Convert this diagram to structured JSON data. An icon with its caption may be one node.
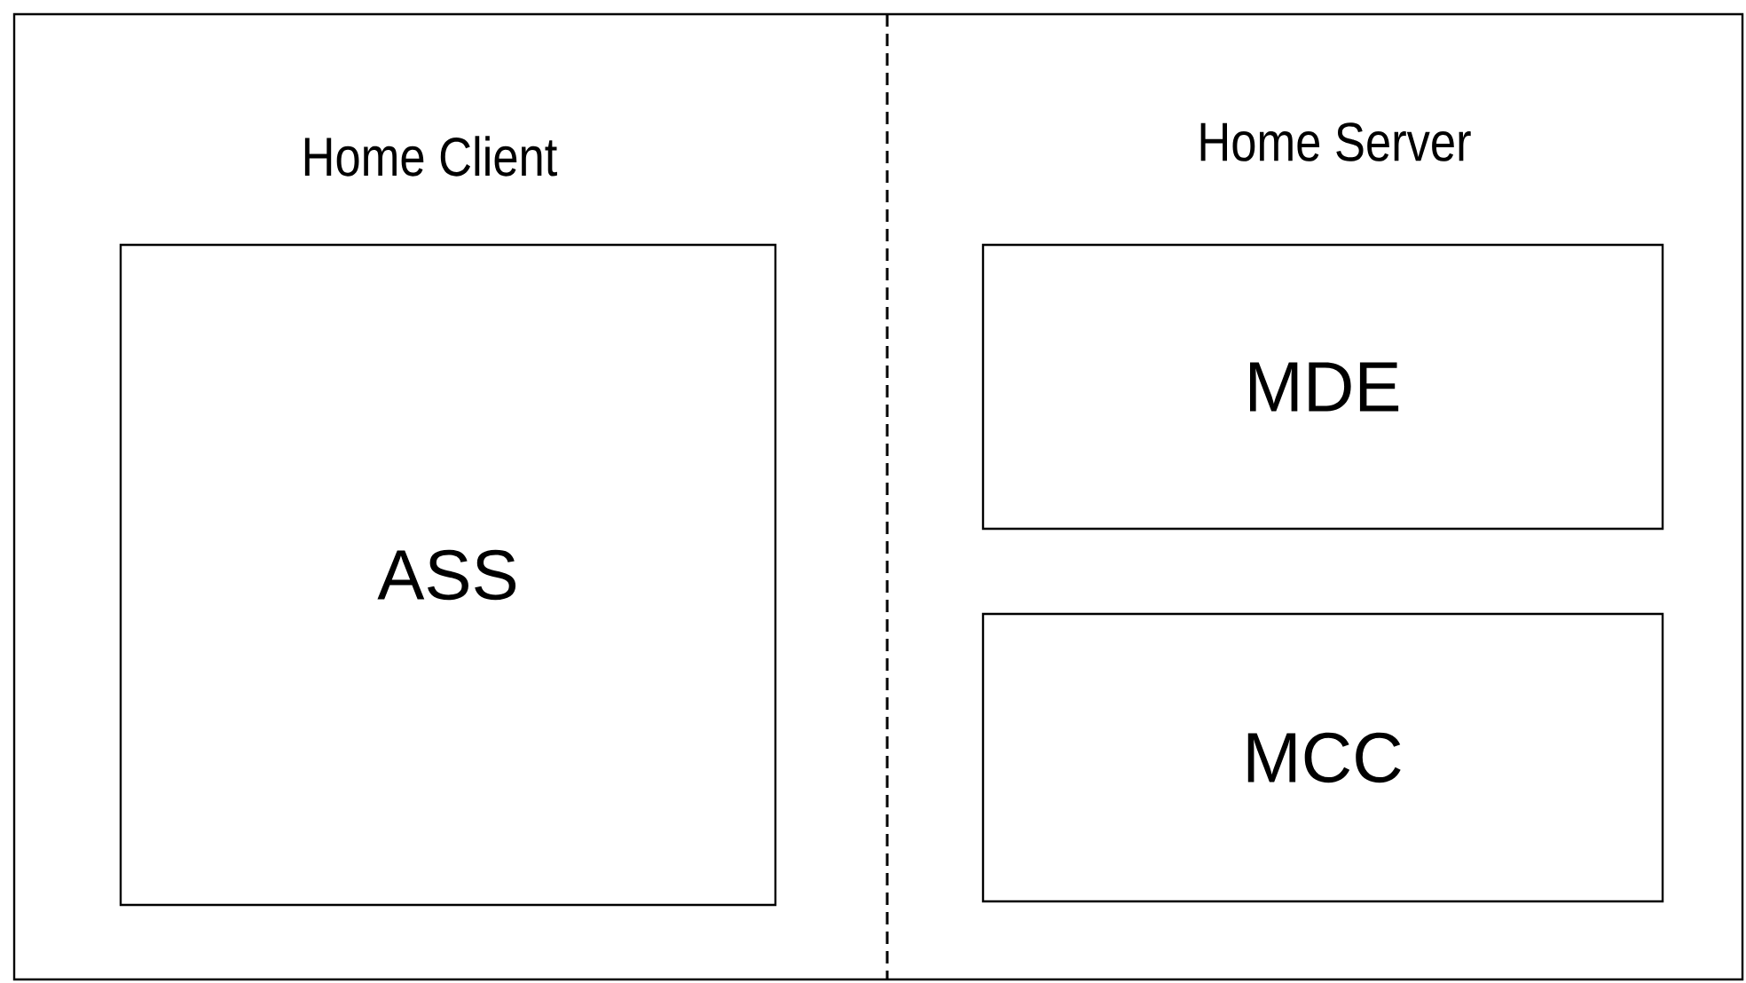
{
  "diagram": {
    "nodes": [
      {
        "text": [
          "Home Client"
        ]
      },
      {
        "text": [
          "ASS"
        ]
      },
      {
        "text": [
          "Home Server"
        ]
      },
      {
        "text": [
          "MDE"
        ]
      },
      {
        "text": [
          "MCC"
        ]
      }
    ]
  }
}
